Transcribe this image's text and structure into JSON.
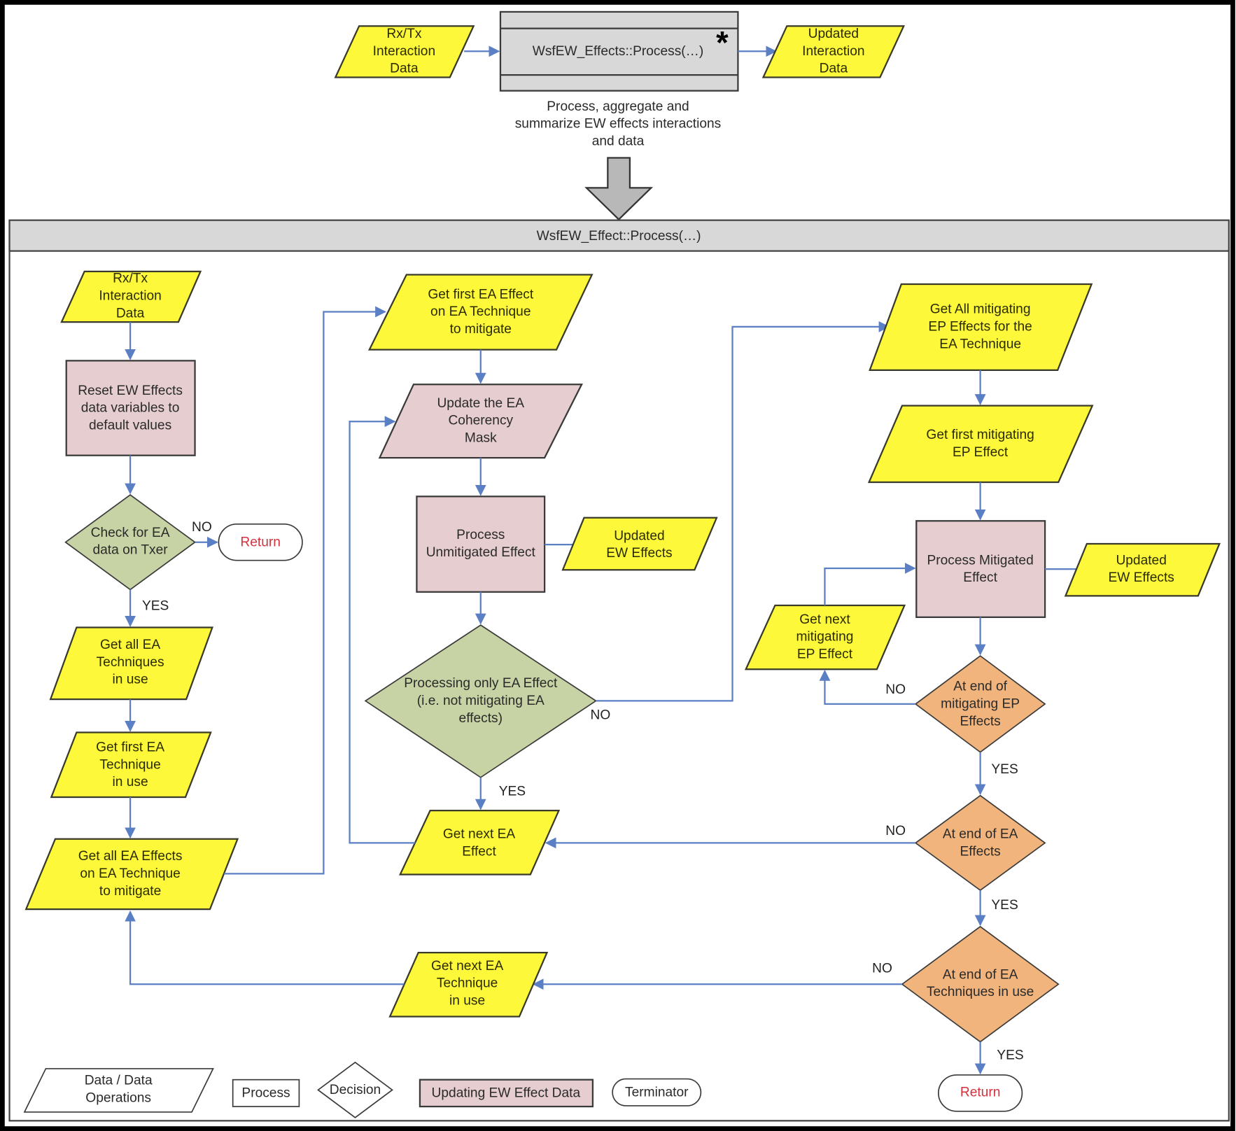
{
  "title": "WsfEW_Effects::Process(...) flowchart",
  "colors": {
    "data_fill": "#fdf93a",
    "update_fill": "#e6cdd0",
    "decision_green": "#c7d3a4",
    "decision_orange": "#f1b47c",
    "connector": "#5b7fc4",
    "return_text": "#d4323f",
    "header_gray": "#d8d8d8"
  },
  "top": {
    "input": [
      "Rx/Tx",
      "Interaction",
      "Data"
    ],
    "process": "WsfEW_Effects::Process(…)",
    "asterisk": "*",
    "output": [
      "Updated",
      "Interaction",
      "Data"
    ],
    "description": [
      "Process, aggregate and",
      "summarize EW effects interactions",
      "and data"
    ]
  },
  "swimlane": {
    "title": "WsfEW_Effect::Process(…)"
  },
  "nodes": {
    "rxtx": [
      "Rx/Tx",
      "Interaction",
      "Data"
    ],
    "reset": [
      "Reset EW Effects",
      "data variables to",
      "default values"
    ],
    "check_ea": [
      "Check for EA",
      "data on Txer"
    ],
    "return1": "Return",
    "get_all_tech": [
      "Get all EA",
      "Techniques",
      "in use"
    ],
    "get_first_tech": [
      "Get first EA",
      "Technique",
      "in use"
    ],
    "get_all_effects": [
      "Get all EA Effects",
      "on EA Technique",
      "to mitigate"
    ],
    "get_first_effect": [
      "Get first EA Effect",
      "on EA Technique",
      "to mitigate"
    ],
    "update_mask": [
      "Update the EA",
      "Coherency",
      "Mask"
    ],
    "process_unmitigated": [
      "Process",
      "Unmitigated Effect"
    ],
    "updated_ew1": [
      "Updated",
      "EW Effects"
    ],
    "processing_only": [
      "Processing only EA Effect",
      "(i.e. not mitigating EA",
      "effects)"
    ],
    "get_next_effect": [
      "Get next EA",
      "Effect"
    ],
    "get_all_ep": [
      "Get All mitigating",
      "EP Effects for the",
      "EA Technique"
    ],
    "get_first_ep": [
      "Get first mitigating",
      "EP Effect"
    ],
    "process_mitigated": [
      "Process Mitigated",
      "Effect"
    ],
    "updated_ew2": [
      "Updated",
      "EW Effects"
    ],
    "get_next_ep": [
      "Get next",
      "mitigating",
      "EP Effect"
    ],
    "end_ep": [
      "At end of",
      "mitigating EP",
      "Effects"
    ],
    "end_effects": [
      "At end of EA",
      "Effects"
    ],
    "end_tech": [
      "At end of EA",
      "Techniques in use"
    ],
    "get_next_tech": [
      "Get next EA",
      "Technique",
      "in use"
    ],
    "return2": "Return"
  },
  "edge_labels": {
    "no": "NO",
    "yes": "YES"
  },
  "legend": {
    "data": [
      "Data / Data",
      "Operations"
    ],
    "process": "Process",
    "decision": "Decision",
    "update": "Updating EW Effect Data",
    "terminator": "Terminator"
  }
}
